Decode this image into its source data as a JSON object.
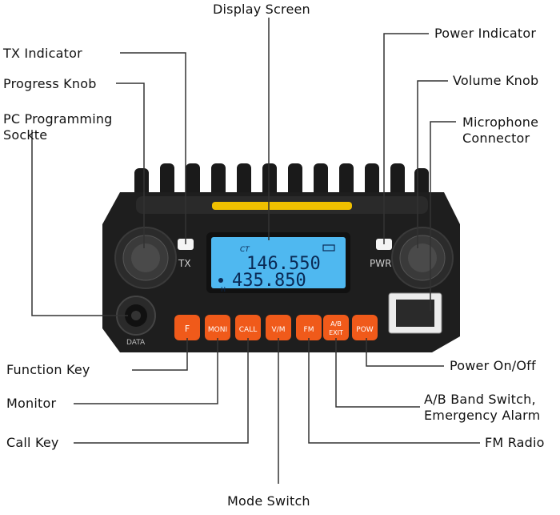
{
  "title": "Display Screen",
  "callouts": {
    "tx_indicator": "TX Indicator",
    "progress_knob": "Progress Knob",
    "pc_socket_line1": "PC Programming",
    "pc_socket_line2": "Sockte",
    "power_indicator": "Power Indicator",
    "volume_knob": "Volume Knob",
    "mic_line1": "Microphone",
    "mic_line2": "Connector",
    "function_key": "Function Key",
    "monitor": "Monitor",
    "call_key": "Call Key",
    "mode_switch": "Mode Switch",
    "power_onoff": "Power On/Off",
    "ab_line1": "A/B Band Switch,",
    "ab_line2": "Emergency Alarm",
    "fm_radio": "FM Radio"
  },
  "radio": {
    "lcd_line1": "146.550",
    "lcd_line2": "435.850",
    "lcd_ct": "CT",
    "lcd_h": "H",
    "tx_label": "TX",
    "pwr_label": "PWR",
    "data_label": "DATA",
    "buttons": [
      "F",
      "MONI",
      "CALL",
      "V/M",
      "FM",
      "A/B",
      "EXIT",
      "POW"
    ]
  },
  "colors": {
    "body": "#1c1c1c",
    "lcd": "#4fb8f0",
    "button": "#f05a1a",
    "accent_bar": "#f0c000"
  }
}
